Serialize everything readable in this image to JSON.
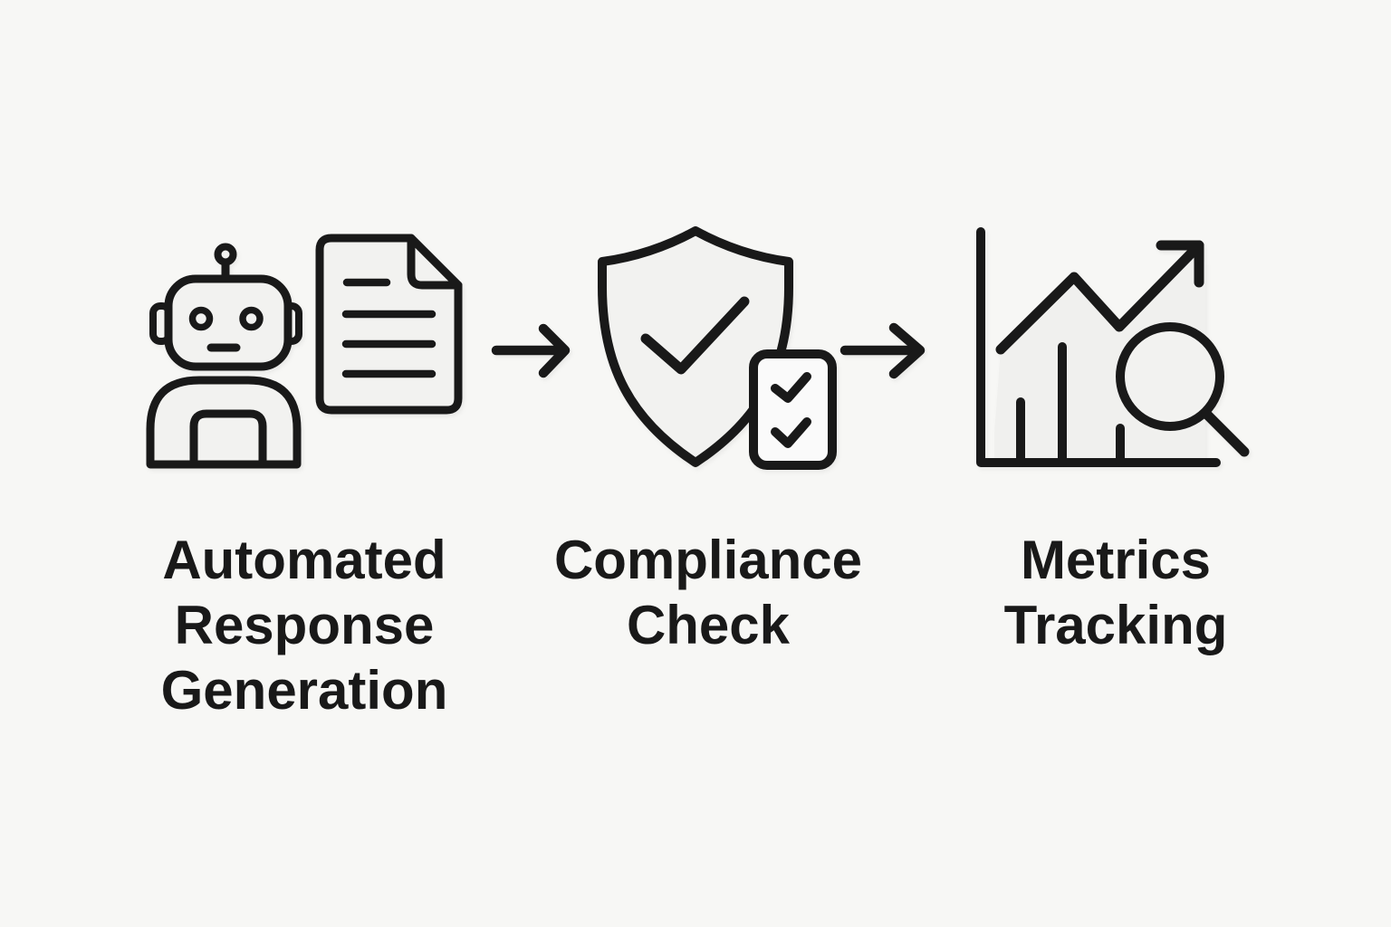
{
  "canvas": {
    "background_color": "#f7f7f5",
    "ink_color": "#191919",
    "icon_fill_color": "#f2f2f0",
    "card_fill_color": "#fafafa"
  },
  "steps": [
    {
      "id": "automated-response-generation",
      "label": "Automated\nResponse\nGeneration",
      "icons": [
        "robot-icon",
        "document-icon"
      ]
    },
    {
      "id": "compliance-check",
      "label": "Compliance\nCheck",
      "icons": [
        "shield-check-icon",
        "checklist-icon"
      ]
    },
    {
      "id": "metrics-tracking",
      "label": "Metrics\nTracking",
      "icons": [
        "bar-chart-icon",
        "trend-arrow-icon",
        "magnifier-icon"
      ]
    }
  ],
  "connectors": [
    {
      "id": "arrow-1",
      "glyph": "right-arrow"
    },
    {
      "id": "arrow-2",
      "glyph": "right-arrow"
    }
  ]
}
